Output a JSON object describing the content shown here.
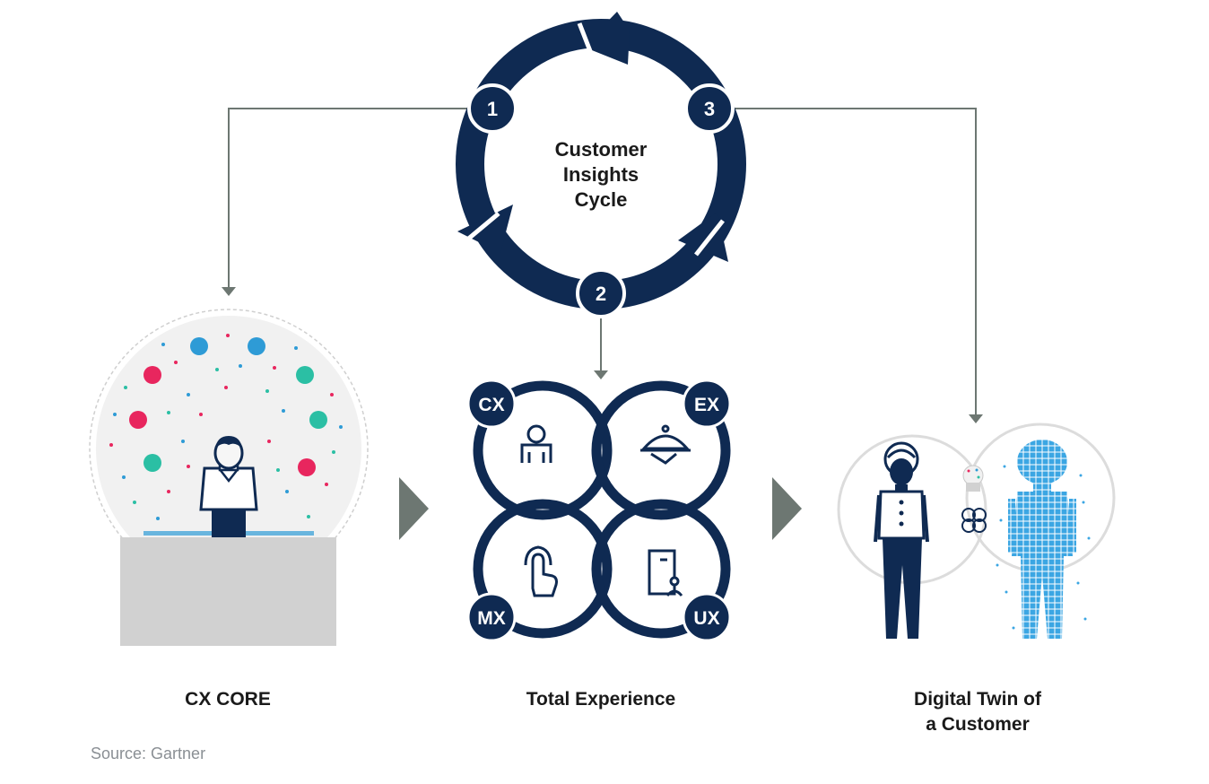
{
  "cycle": {
    "title_lines": [
      "Customer",
      "Insights",
      "Cycle"
    ],
    "steps": [
      "1",
      "2",
      "3"
    ]
  },
  "total_experience": {
    "labels": [
      "CX",
      "EX",
      "MX",
      "UX"
    ]
  },
  "captions": {
    "cx_core": "CX CORE",
    "total_experience": "Total Experience",
    "digital_twin_line1": "Digital Twin of",
    "digital_twin_line2": "a Customer"
  },
  "source": "Source: Gartner",
  "colors": {
    "navy": "#0f2a52",
    "arrow_gray": "#6d7772",
    "blue": "#2e9bd6",
    "pink": "#e8265e",
    "teal": "#2bbfa4",
    "light_blue_twin": "#3ba6e3"
  }
}
